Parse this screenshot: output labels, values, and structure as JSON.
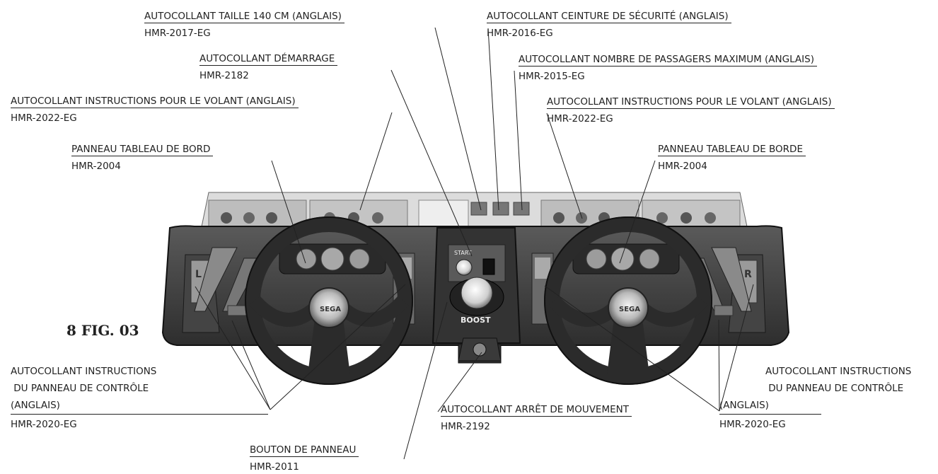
{
  "figure_label": "8 FIG. 03",
  "labels": {
    "height_sticker": {
      "title": "AUTOCOLLANT TAILLE 140 CM (ANGLAIS)",
      "code": "HMR-2017-EG"
    },
    "seatbelt_sticker": {
      "title": "AUTOCOLLANT CEINTURE DE SÉCURITÉ (ANGLAIS)",
      "code": "HMR-2016-EG"
    },
    "start_sticker": {
      "title": "AUTOCOLLANT DÉMARRAGE",
      "code": "HMR-2182"
    },
    "max_passengers_sticker": {
      "title": "AUTOCOLLANT NOMBRE DE PASSAGERS MAXIMUM (ANGLAIS)",
      "code": "HMR-2015-EG"
    },
    "wheel_instructions_left": {
      "title": "AUTOCOLLANT INSTRUCTIONS POUR LE VOLANT (ANGLAIS)",
      "code": "HMR-2022-EG"
    },
    "wheel_instructions_right": {
      "title": "AUTOCOLLANT INSTRUCTIONS POUR LE VOLANT (ANGLAIS)",
      "code": "HMR-2022-EG"
    },
    "dashboard_panel_left": {
      "title": "PANNEAU TABLEAU DE BORD",
      "code": "HMR-2004"
    },
    "dashboard_panel_right": {
      "title": "PANNEAU TABLEAU DE BORDE",
      "code": "HMR-2004"
    },
    "control_panel_instructions_left": {
      "line1": "AUTOCOLLANT INSTRUCTIONS",
      "line2": " DU PANNEAU DE CONTRÔLE",
      "line3": "(ANGLAIS)",
      "code": "HMR-2020-EG"
    },
    "control_panel_instructions_right": {
      "line1": "AUTOCOLLANT INSTRUCTIONS",
      "line2": " DU PANNEAU DE CONTRÔLE",
      "line3": "(ANGLAIS)",
      "code": "HMR-2020-EG"
    },
    "motion_stop_sticker": {
      "title": "AUTOCOLLANT ARRÊT DE MOUVEMENT",
      "code": "HMR-2192"
    },
    "panel_button": {
      "title": "BOUTON DE PANNEAU",
      "code": "HMR-2011"
    }
  },
  "console_text": {
    "start": "START",
    "boost": "BOOST",
    "brand_left": "SEGA",
    "brand_right": "SEGA",
    "side_left": "L",
    "side_right": "R"
  }
}
